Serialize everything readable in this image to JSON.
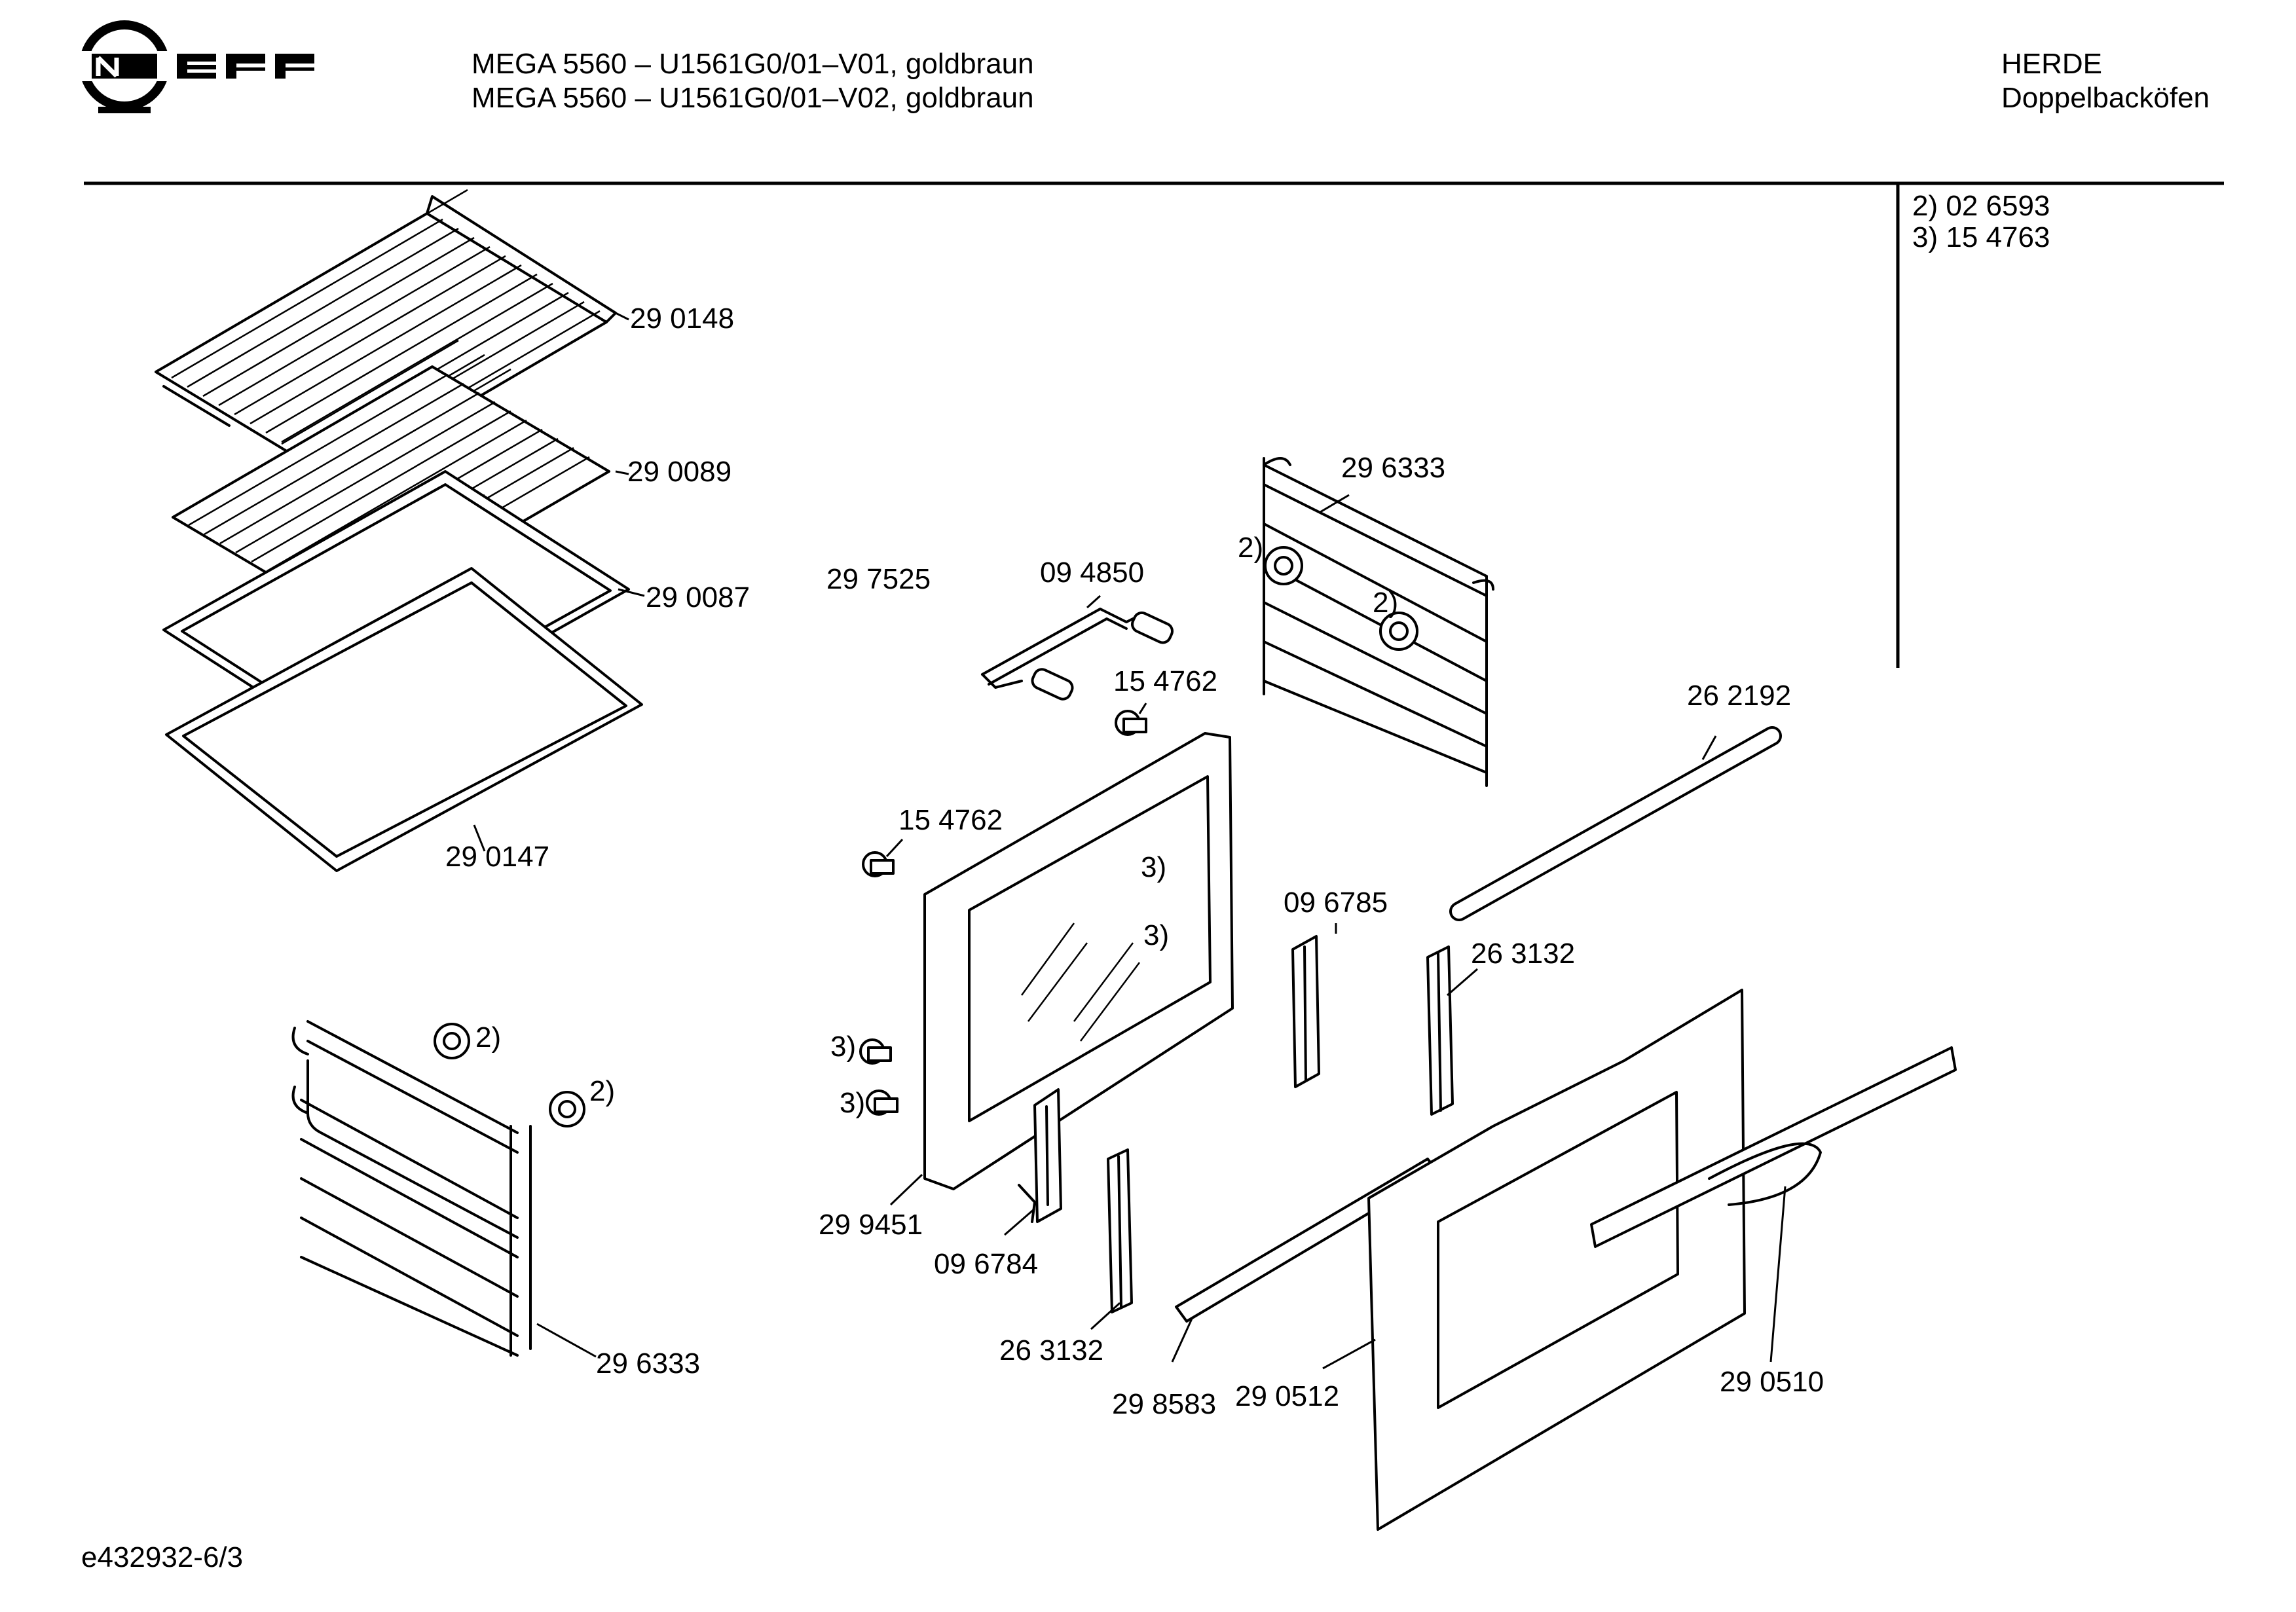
{
  "header": {
    "brand": "NEFF",
    "model_line_1": "MEGA 5560 – U1561G0/01–V01, goldbraun",
    "model_line_2": "MEGA 5560 – U1561G0/01–V02, goldbraun",
    "category": "HERDE",
    "subcategory": "Doppelbacköfen"
  },
  "notes": [
    "2) 02 6593",
    "3) 15 4763"
  ],
  "footer": {
    "drawing_id": "e432932-6/3"
  },
  "part_labels": {
    "grid_top": "29 0148",
    "grid_mid": "29 0089",
    "tray_upper": "29 0087",
    "tray_lower": "29 0147",
    "rack_left": "29 6333",
    "rack_left_nut_1": "2)",
    "rack_left_nut_2": "2)",
    "assembly": "29 7525",
    "hinge_wire": "09 4850",
    "screw_upper": "15 4762",
    "screw_left": "15 4762",
    "inner_screw_1": "3)",
    "inner_screw_2": "3)",
    "outer_screw_1": "3)",
    "outer_screw_2": "3)",
    "inner_frame": "29 9451",
    "hinge_left": "09 6784",
    "profile_left": "26 3132",
    "rack_right": "29 6333",
    "rack_right_nut_1": "2)",
    "rack_right_nut_2": "2)",
    "rod": "26 2192",
    "hinge_right": "09 6785",
    "profile_right": "26 3132",
    "seal_strip": "29 8583",
    "outer_door": "29 0512",
    "handle": "29 0510"
  }
}
